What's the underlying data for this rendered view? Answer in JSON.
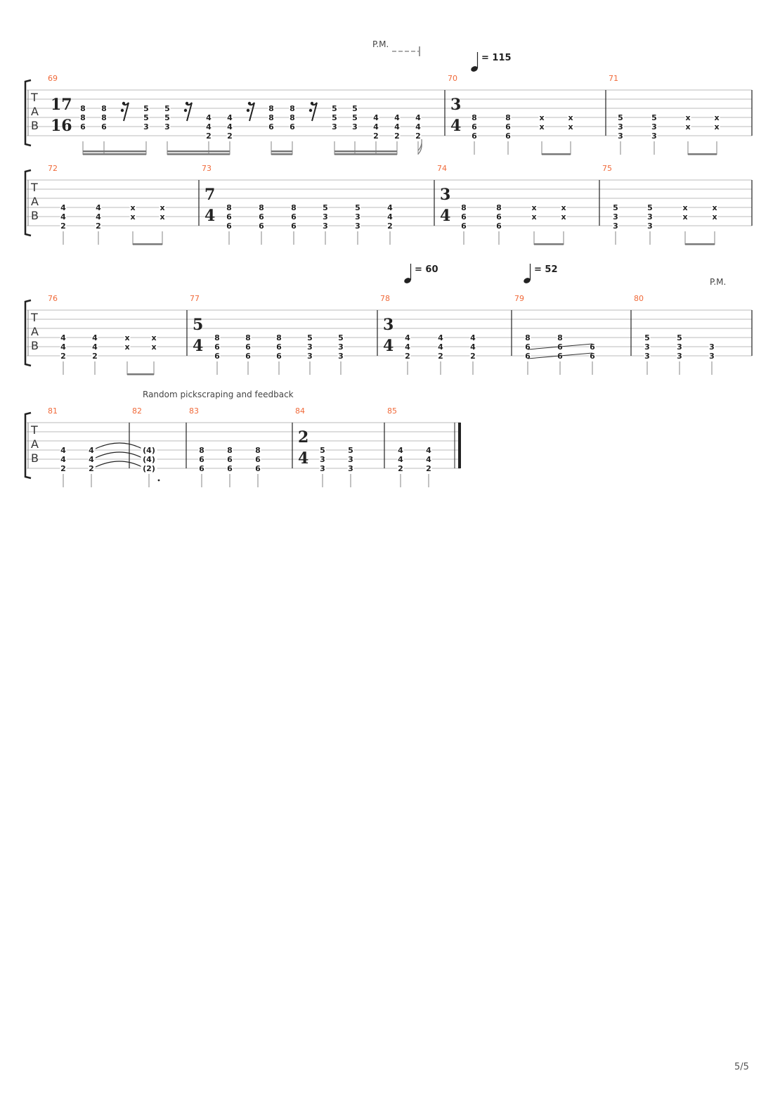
{
  "page_number": "5/5",
  "tab_letters": [
    "T",
    "A",
    "B"
  ],
  "annotations": {
    "pm1": "P.M.",
    "pm2": "P.M.",
    "feedback_text": "Random pickscraping and feedback",
    "tempo1": "= 115",
    "tempo2": "= 60",
    "tempo3": "= 52"
  },
  "systems": [
    {
      "measures": [
        {
          "number": "69",
          "time": [
            "17",
            "16"
          ],
          "beats": [
            [
              null,
              null,
              "8",
              "8",
              "6",
              null
            ],
            [
              null,
              null,
              "8",
              "8",
              "6",
              null
            ],
            "rest",
            [
              null,
              null,
              "5",
              "5",
              "3",
              null
            ],
            [
              null,
              null,
              "5",
              "5",
              "3",
              null
            ],
            "rest",
            [
              null,
              null,
              null,
              "4",
              "4",
              "2"
            ],
            [
              null,
              null,
              null,
              "4",
              "4",
              "2"
            ],
            "rest",
            [
              null,
              null,
              "8",
              "8",
              "6",
              null
            ],
            [
              null,
              null,
              "8",
              "8",
              "6",
              null
            ],
            "rest",
            [
              null,
              null,
              "5",
              "5",
              "3",
              null
            ],
            [
              null,
              null,
              "5",
              "5",
              "3",
              null
            ],
            [
              null,
              null,
              null,
              "4",
              "4",
              "2"
            ],
            [
              null,
              null,
              null,
              "4",
              "4",
              "2"
            ],
            [
              null,
              null,
              null,
              "4",
              "4",
              "2"
            ]
          ],
          "beams": [
            [
              0,
              3,
              2
            ],
            [
              4,
              7,
              2
            ],
            [
              9,
              10,
              2
            ],
            [
              12,
              15,
              2
            ]
          ],
          "flag": [
            16
          ]
        },
        {
          "number": "70",
          "time": [
            "3",
            "4"
          ],
          "beats": [
            [
              null,
              null,
              null,
              "8",
              "6",
              "6"
            ],
            [
              null,
              null,
              null,
              "8",
              "6",
              "6"
            ],
            [
              null,
              null,
              null,
              "x",
              "x",
              null
            ],
            [
              null,
              null,
              null,
              "x",
              "x",
              null
            ]
          ],
          "beams": [
            [
              2,
              3,
              1
            ]
          ]
        },
        {
          "number": "71",
          "beats": [
            [
              null,
              null,
              null,
              "5",
              "3",
              "3"
            ],
            [
              null,
              null,
              null,
              "5",
              "3",
              "3"
            ],
            [
              null,
              null,
              null,
              "x",
              "x",
              null
            ],
            [
              null,
              null,
              null,
              "x",
              "x",
              null
            ]
          ],
          "beams": [
            [
              2,
              3,
              1
            ]
          ]
        }
      ]
    },
    {
      "measures": [
        {
          "number": "72",
          "beats": [
            [
              null,
              null,
              null,
              "4",
              "4",
              "2"
            ],
            [
              null,
              null,
              null,
              "4",
              "4",
              "2"
            ],
            [
              null,
              null,
              null,
              "x",
              "x",
              null
            ],
            [
              null,
              null,
              null,
              "x",
              "x",
              null
            ]
          ],
          "beams": [
            [
              2,
              3,
              1
            ]
          ]
        },
        {
          "number": "73",
          "time": [
            "7",
            "4"
          ],
          "beats": [
            [
              null,
              null,
              null,
              "8",
              "6",
              "6"
            ],
            [
              null,
              null,
              null,
              "8",
              "6",
              "6"
            ],
            [
              null,
              null,
              null,
              "8",
              "6",
              "6"
            ],
            [
              null,
              null,
              null,
              "5",
              "3",
              "3"
            ],
            [
              null,
              null,
              null,
              "5",
              "3",
              "3"
            ],
            [
              null,
              null,
              null,
              "4",
              "4",
              "2"
            ]
          ],
          "beams": []
        },
        {
          "number": "74",
          "time": [
            "3",
            "4"
          ],
          "beats": [
            [
              null,
              null,
              null,
              "8",
              "6",
              "6"
            ],
            [
              null,
              null,
              null,
              "8",
              "6",
              "6"
            ],
            [
              null,
              null,
              null,
              "x",
              "x",
              null
            ],
            [
              null,
              null,
              null,
              "x",
              "x",
              null
            ]
          ],
          "beams": [
            [
              2,
              3,
              1
            ]
          ]
        },
        {
          "number": "75",
          "beats": [
            [
              null,
              null,
              null,
              "5",
              "3",
              "3"
            ],
            [
              null,
              null,
              null,
              "5",
              "3",
              "3"
            ],
            [
              null,
              null,
              null,
              "x",
              "x",
              null
            ],
            [
              null,
              null,
              null,
              "x",
              "x",
              null
            ]
          ],
          "beams": [
            [
              2,
              3,
              1
            ]
          ]
        }
      ]
    },
    {
      "measures": [
        {
          "number": "76",
          "beats": [
            [
              null,
              null,
              null,
              "4",
              "4",
              "2"
            ],
            [
              null,
              null,
              null,
              "4",
              "4",
              "2"
            ],
            [
              null,
              null,
              null,
              "x",
              "x",
              null
            ],
            [
              null,
              null,
              null,
              "x",
              "x",
              null
            ]
          ],
          "beams": [
            [
              2,
              3,
              1
            ]
          ]
        },
        {
          "number": "77",
          "time": [
            "5",
            "4"
          ],
          "beats": [
            [
              null,
              null,
              null,
              "8",
              "6",
              "6"
            ],
            [
              null,
              null,
              null,
              "8",
              "6",
              "6"
            ],
            [
              null,
              null,
              null,
              "8",
              "6",
              "6"
            ],
            [
              null,
              null,
              null,
              "5",
              "3",
              "3"
            ],
            [
              null,
              null,
              null,
              "5",
              "3",
              "3"
            ]
          ],
          "beams": []
        },
        {
          "number": "78",
          "time": [
            "3",
            "4"
          ],
          "beats": [
            [
              null,
              null,
              null,
              "4",
              "4",
              "2"
            ],
            [
              null,
              null,
              null,
              "4",
              "4",
              "2"
            ],
            [
              null,
              null,
              null,
              "4",
              "4",
              "2"
            ]
          ],
          "beams": []
        },
        {
          "number": "79",
          "beats": [
            [
              null,
              null,
              null,
              "8",
              "6",
              "6"
            ],
            [
              null,
              null,
              null,
              "8",
              "6",
              "6"
            ],
            [
              null,
              null,
              null,
              null,
              "6",
              "6"
            ]
          ],
          "beams": [],
          "slides": true
        },
        {
          "number": "80",
          "beats": [
            [
              null,
              null,
              null,
              "5",
              "3",
              "3"
            ],
            [
              null,
              null,
              null,
              "5",
              "3",
              "3"
            ],
            [
              null,
              null,
              null,
              null,
              "3",
              "3"
            ]
          ],
          "beams": []
        }
      ]
    },
    {
      "measures": [
        {
          "number": "81",
          "beats": [
            [
              null,
              null,
              null,
              "4",
              "4",
              "2"
            ],
            [
              null,
              null,
              null,
              "4",
              "4",
              "2"
            ]
          ],
          "beams": [],
          "tie_out": true
        },
        {
          "number": "82",
          "beats": [
            [
              null,
              null,
              null,
              "(4)",
              "(4)",
              "(2)"
            ]
          ],
          "beams": [],
          "dotted": true
        },
        {
          "number": "83",
          "beats": [
            [
              null,
              null,
              null,
              "8",
              "6",
              "6"
            ],
            [
              null,
              null,
              null,
              "8",
              "6",
              "6"
            ],
            [
              null,
              null,
              null,
              "8",
              "6",
              "6"
            ]
          ],
          "beams": []
        },
        {
          "number": "84",
          "time": [
            "2",
            "4"
          ],
          "beats": [
            [
              null,
              null,
              null,
              "5",
              "3",
              "3"
            ],
            [
              null,
              null,
              null,
              "5",
              "3",
              "3"
            ]
          ],
          "beams": []
        },
        {
          "number": "85",
          "beats": [
            [
              null,
              null,
              null,
              "4",
              "4",
              "2"
            ],
            [
              null,
              null,
              null,
              "4",
              "4",
              "2"
            ]
          ],
          "beams": [],
          "final": true
        }
      ]
    }
  ]
}
